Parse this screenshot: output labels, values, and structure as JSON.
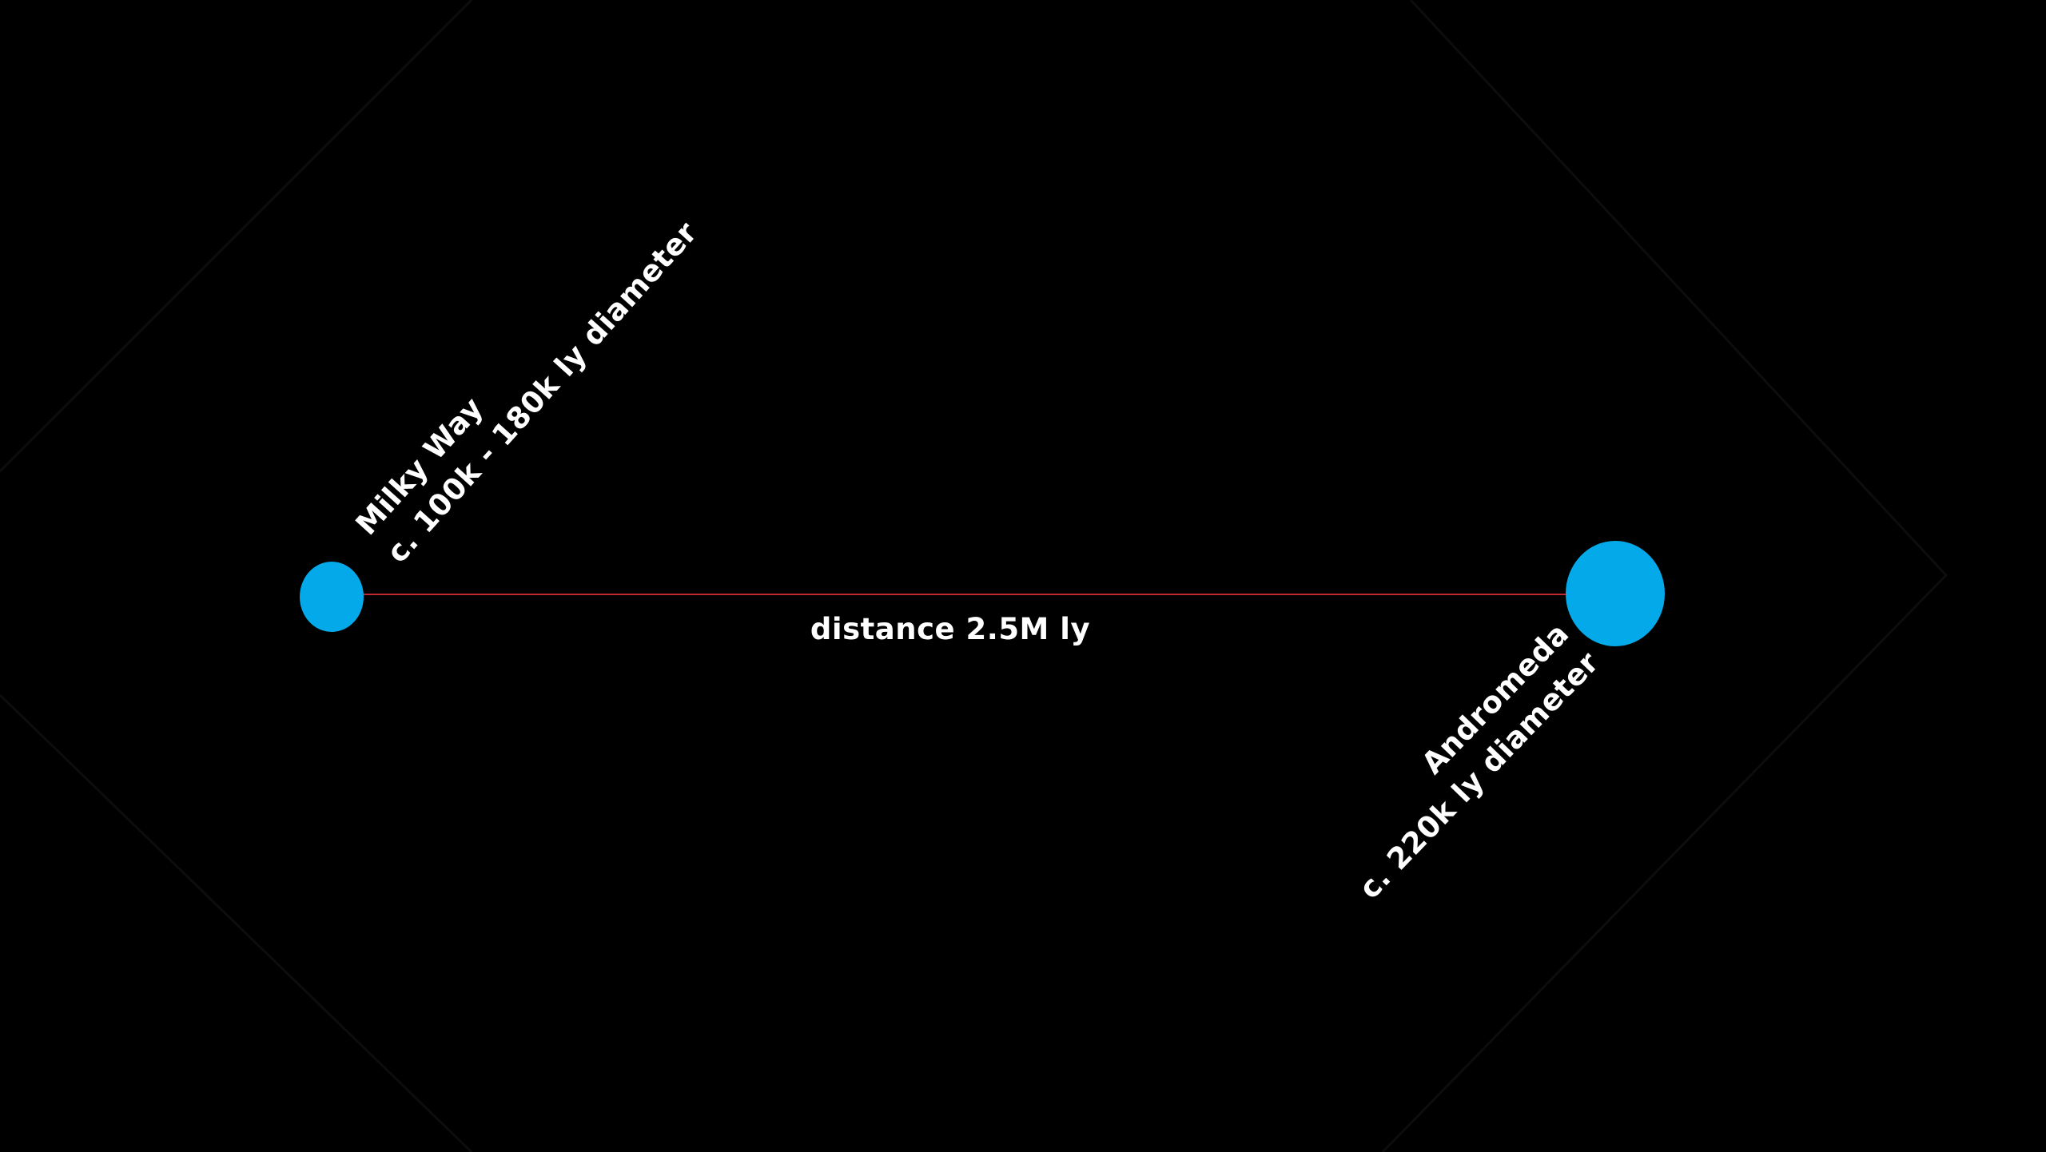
{
  "colors": {
    "background": "#000000",
    "galaxy": "#03a9e8",
    "distance_line": "#c0282a",
    "text": "#ffffff"
  },
  "milky_way": {
    "name": "Milky Way",
    "diameter": "c. 100k - 180k ly diameter"
  },
  "andromeda": {
    "name": "Andromeda",
    "diameter": "c. 220k ly diameter"
  },
  "distance": {
    "label": "distance 2.5M ly"
  }
}
